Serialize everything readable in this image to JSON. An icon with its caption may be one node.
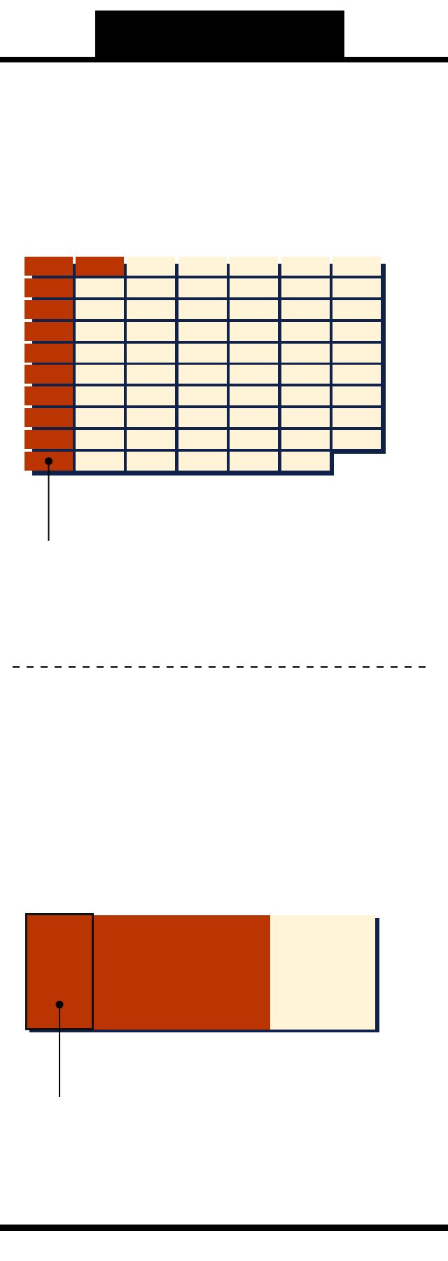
{
  "diagram": {
    "nodes": [
      {
        "text": [],
        "shape": "box"
      },
      {
        "text": [],
        "shape": "box",
        "in": 0
      },
      {
        "text": [],
        "shape": "box"
      },
      {
        "text": [],
        "shape": "box",
        "in": 2
      }
    ],
    "edges": [
      {
        "from": null,
        "to": 1,
        "arrow": "other"
      },
      {
        "from": null,
        "to": 3,
        "arrow": "other"
      }
    ]
  }
}
